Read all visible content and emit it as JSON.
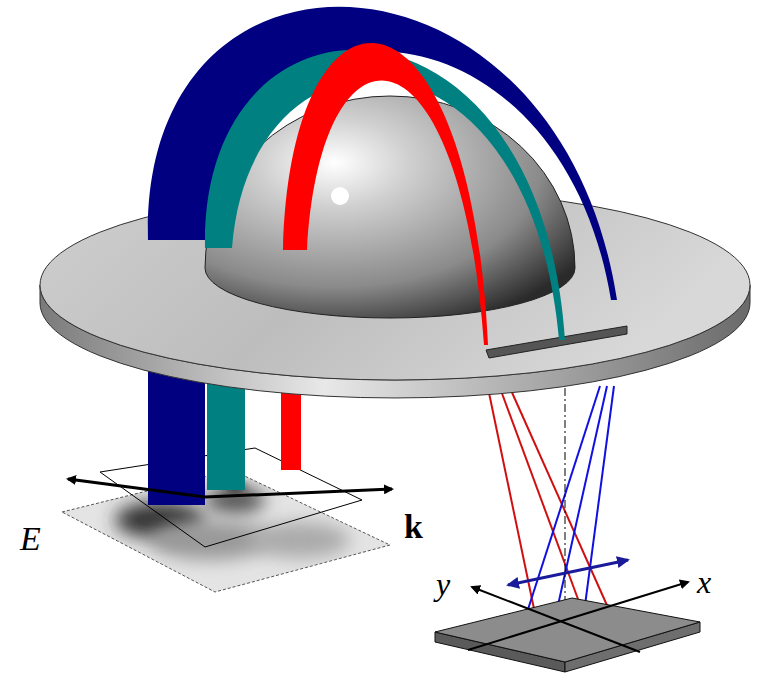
{
  "diagram": {
    "labels": [
      "E",
      "k",
      "y",
      "x"
    ]
  }
}
